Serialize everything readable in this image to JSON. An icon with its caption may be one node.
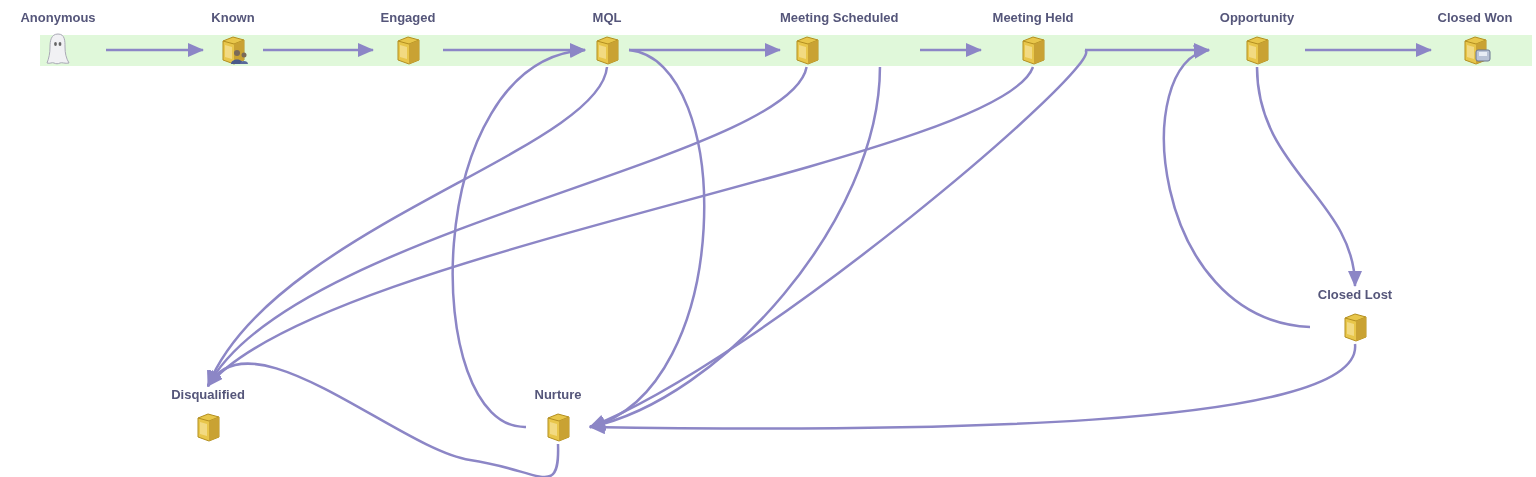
{
  "diagram": {
    "nodes": [
      {
        "text": [
          "Anonymous"
        ]
      },
      {
        "text": [
          "Known"
        ]
      },
      {
        "text": [
          "Engaged"
        ]
      },
      {
        "text": [
          "MQL"
        ]
      },
      {
        "text": [
          "Meeting Scheduled"
        ]
      },
      {
        "text": [
          "Meeting Held"
        ]
      },
      {
        "text": [
          "Opportunity"
        ]
      },
      {
        "text": [
          "Closed Won"
        ]
      },
      {
        "text": [
          "Closed Lost"
        ]
      },
      {
        "text": [
          "Disqualified"
        ]
      },
      {
        "text": [
          "Nurture"
        ]
      }
    ],
    "edges": [
      {
        "from": 0,
        "to": 1,
        "arrow": "to"
      },
      {
        "from": 1,
        "to": 2,
        "arrow": "to"
      },
      {
        "from": 2,
        "to": 3,
        "arrow": "to"
      },
      {
        "from": 3,
        "to": 4,
        "arrow": "to"
      },
      {
        "from": 4,
        "to": 5,
        "arrow": "to"
      },
      {
        "from": 5,
        "to": 6,
        "arrow": "to"
      },
      {
        "from": 6,
        "to": 7,
        "arrow": "to"
      },
      {
        "from": 3,
        "to": 9,
        "arrow": "to"
      },
      {
        "from": 4,
        "to": 9,
        "arrow": "to"
      },
      {
        "from": 5,
        "to": 9,
        "arrow": "to"
      },
      {
        "from": 10,
        "to": 9,
        "arrow": "to"
      },
      {
        "from": 10,
        "to": 3,
        "arrow": "to"
      },
      {
        "from": 3,
        "to": 10,
        "arrow": "to"
      },
      {
        "from": 4,
        "to": 10,
        "arrow": "to"
      },
      {
        "from": 5,
        "to": 10,
        "arrow": "to"
      },
      {
        "from": 8,
        "to": 10,
        "arrow": "to"
      },
      {
        "from": 8,
        "to": 6,
        "arrow": "to"
      },
      {
        "from": 6,
        "to": 8,
        "arrow": "to"
      }
    ]
  }
}
